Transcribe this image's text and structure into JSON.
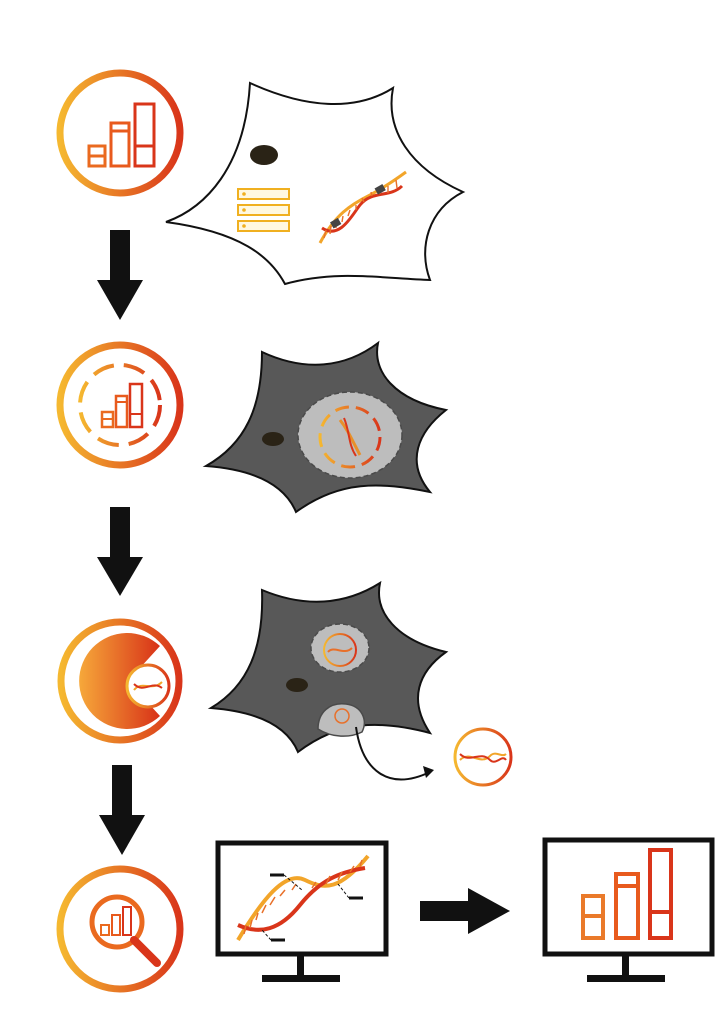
{
  "diagram": {
    "steps": [
      {
        "id": "step-1",
        "icon": "bar-chart-icon",
        "cell": "cell-with-nucleus-vesicles-and-dna",
        "cell_fill": "#ffffff"
      },
      {
        "id": "step-2",
        "icon": "dashed-ring-bar-chart-icon",
        "cell": "cell-with-dna-in-vesicle",
        "cell_fill": "#585858"
      },
      {
        "id": "step-3",
        "icon": "pacman-with-dna-icon",
        "cell": "cell-exporting-dna-particle",
        "cell_fill": "#585858"
      },
      {
        "id": "step-4",
        "icon": "magnifier-bar-chart-icon",
        "cell": "monitor-dna-to-monitor-bar-chart"
      }
    ],
    "arrows": [
      "down-arrow",
      "down-arrow",
      "down-arrow",
      "right-arrow"
    ]
  },
  "colors": {
    "gradient_start": "#f5b830",
    "gradient_end": "#d9351a",
    "accent_orange": "#ea6a1f",
    "cell_dark": "#585858",
    "vesicle_gray": "#bdbdbd",
    "nucleus_dark": "#2a2316",
    "outline": "#111111"
  }
}
